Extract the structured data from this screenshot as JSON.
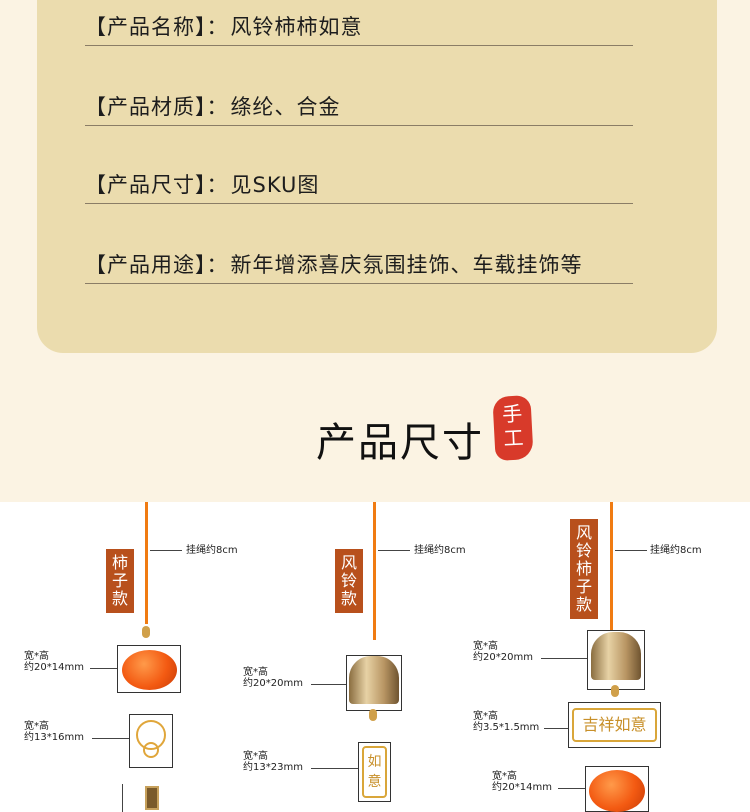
{
  "product_info": {
    "rows": [
      {
        "label": "【产品名称】：",
        "value": "风铃柿柿如意"
      },
      {
        "label": "【产品材质】：",
        "value": "绦纶、合金"
      },
      {
        "label": "【产品尺寸】：",
        "value": "见SKU图"
      },
      {
        "label": "【产品用途】：",
        "value": "新年增添喜庆氛围挂饰、车载挂饰等"
      }
    ]
  },
  "section": {
    "title": "产品尺寸",
    "seal_text": "手工"
  },
  "products": {
    "persimmon": {
      "tag": "柿子款",
      "cord_note": "挂绳约8cm",
      "dim1_label": "宽*高",
      "dim1_value": "约20*14mm",
      "dim2_label": "宽*高",
      "dim2_value": "约13*16mm"
    },
    "bell": {
      "tag": "风铃款",
      "cord_note": "挂绳约8cm",
      "dim1_label": "宽*高",
      "dim1_value": "约20*20mm",
      "dim2_label": "宽*高",
      "dim2_value": "约13*23mm",
      "plaque_text": "如意"
    },
    "bell_persimmon": {
      "tag": "风铃柿子款",
      "cord_note": "挂绳约8cm",
      "dim1_label": "宽*高",
      "dim1_value": "约20*20mm",
      "dim2_label": "宽*高",
      "dim2_value": "约3.5*1.5mm",
      "dim3_label": "宽*高",
      "dim3_value": "约20*14mm",
      "plaque_text": "吉祥如意"
    }
  },
  "colors": {
    "card_bg": "#ebdcae",
    "page_bg": "#fbf3e3",
    "cord": "#f07b12",
    "tag_bg": "#b8501c",
    "seal": "#d83a2a"
  }
}
